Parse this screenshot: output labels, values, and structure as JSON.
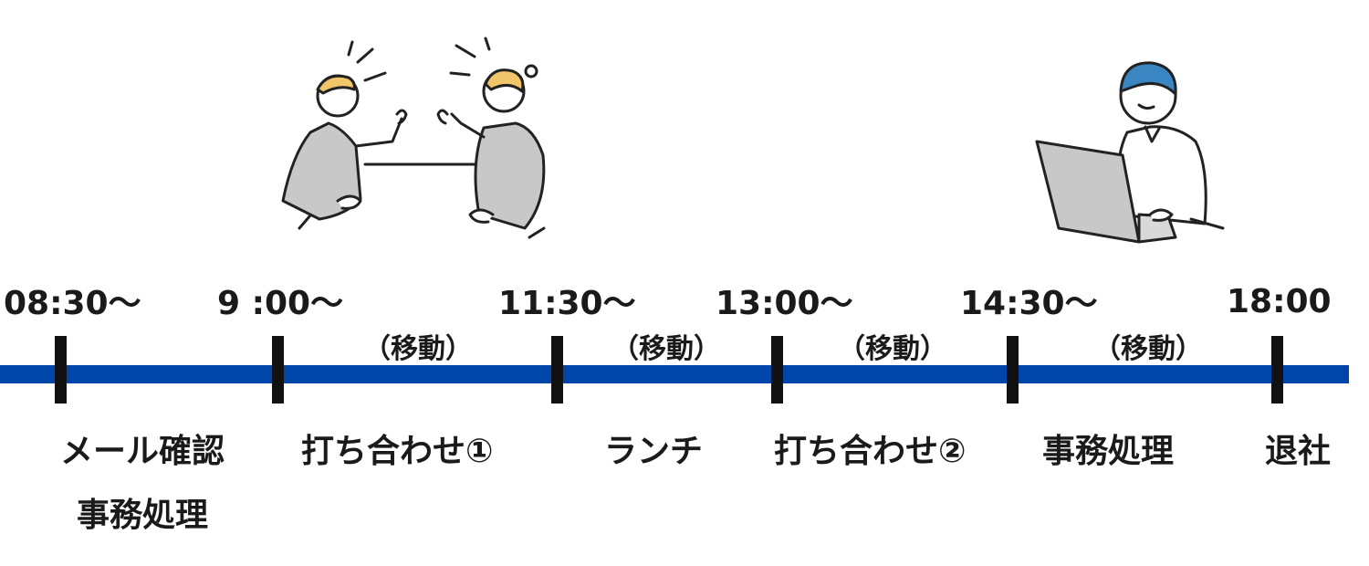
{
  "timeline": {
    "bar_color": "#0046a8",
    "times": [
      "08:30～",
      "9 :00～",
      "11:30～",
      "13:00～",
      "14:30～",
      "18:00"
    ],
    "moves": [
      "（移動）",
      "（移動）",
      "（移動）",
      "（移動）"
    ],
    "activities": [
      "メール確認",
      "打ち合わせ①",
      "ランチ",
      "打ち合わせ②",
      "事務処理",
      "退社"
    ],
    "activity_sub": "事務処理"
  },
  "illustrations": {
    "meeting": "two-people-meeting-icon",
    "laptop": "person-at-laptop-icon"
  }
}
